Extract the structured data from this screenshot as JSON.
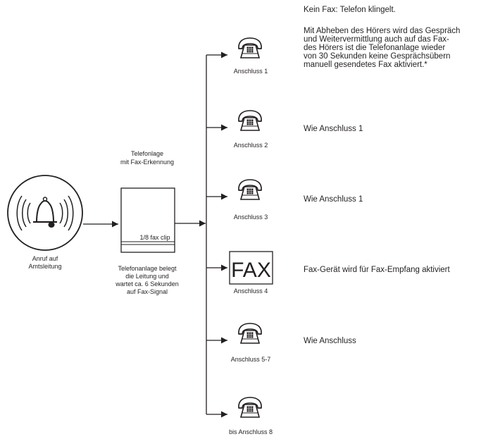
{
  "caller": {
    "label_line1": "Anruf auf",
    "label_line2": "Amtsleitung"
  },
  "pbx": {
    "title_line1": "Telefonlage",
    "title_line2": "mit Fax-Erkennung",
    "clip_label": "1/8 fax clip",
    "note_line1": "Telefonanlage belegt",
    "note_line2": "die Leitung und",
    "note_line3": "wartet ca. 6 Sekunden",
    "note_line4": "auf Fax-Signal"
  },
  "fax_device_text": "FAX",
  "ports": [
    {
      "label": "Anschluss 1",
      "device": "telephone"
    },
    {
      "label": "Anschluss 2",
      "device": "telephone"
    },
    {
      "label": "Anschluss 3",
      "device": "telephone"
    },
    {
      "label": "Anschluss 4",
      "device": "fax"
    },
    {
      "label": "Anschluss 5-7",
      "device": "telephone"
    },
    {
      "label": "bis  Anschluss 8",
      "device": "telephone"
    }
  ],
  "descriptions": {
    "intro": "Kein Fax: Telefon klingelt.",
    "port1_line1": "Mit Abheben des Hörers wird das Gespräch",
    "port1_line2": "und Weitervermittlung auch auf das Fax-",
    "port1_line3": "des Hörers ist die Telefonanlage wieder",
    "port1_line4": "von 30 Sekunden keine Gesprächsübern",
    "port1_line5": "manuell gesendetes Fax aktiviert.*",
    "port2": "Wie Anschluss 1",
    "port3": "Wie Anschluss 1",
    "port4": "Fax-Gerät wird für Fax-Empfang aktiviert",
    "port5": "Wie Anschluss"
  }
}
